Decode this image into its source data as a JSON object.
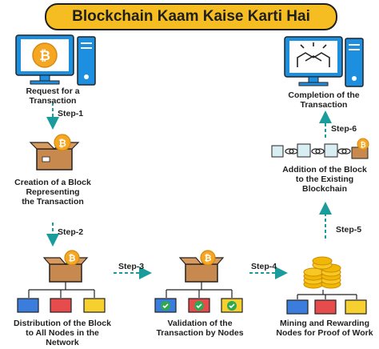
{
  "title": "Blockchain Kaam Kaise Karti Hai",
  "labels": {
    "request": "Request for a Transaction",
    "creation": "Creation of a Block\nRepresenting\nthe Transaction",
    "distribution": "Distribution of the Block\nto All Nodes in the\nNetwork",
    "validation": "Validation of the\nTransaction by Nodes",
    "mining": "Mining and Rewarding\nNodes for Proof of Work",
    "addition": "Addition of the Block\nto the Existing\nBlockchain",
    "completion": "Completion of the\nTransaction"
  },
  "steps": {
    "s1": "Step-1",
    "s2": "Step-2",
    "s3": "Step-3",
    "s4": "Step-4",
    "s5": "Step-5",
    "s6": "Step-6"
  },
  "colors": {
    "title_bg": "#f5bd22",
    "monitor": "#1d8fe0",
    "arrow": "#1a9c9c",
    "bitcoin": "#f5a623",
    "box": "#c8894f",
    "node_blue": "#3b7ddd",
    "node_red": "#e64c4c",
    "node_yellow": "#f5d02e",
    "check": "#2fa84f"
  },
  "icons": [
    "bitcoin-icon",
    "handshake-icon",
    "block-box-icon",
    "node-computer-icon",
    "checkmark-icon",
    "gold-coins-icon",
    "chain-icon"
  ]
}
